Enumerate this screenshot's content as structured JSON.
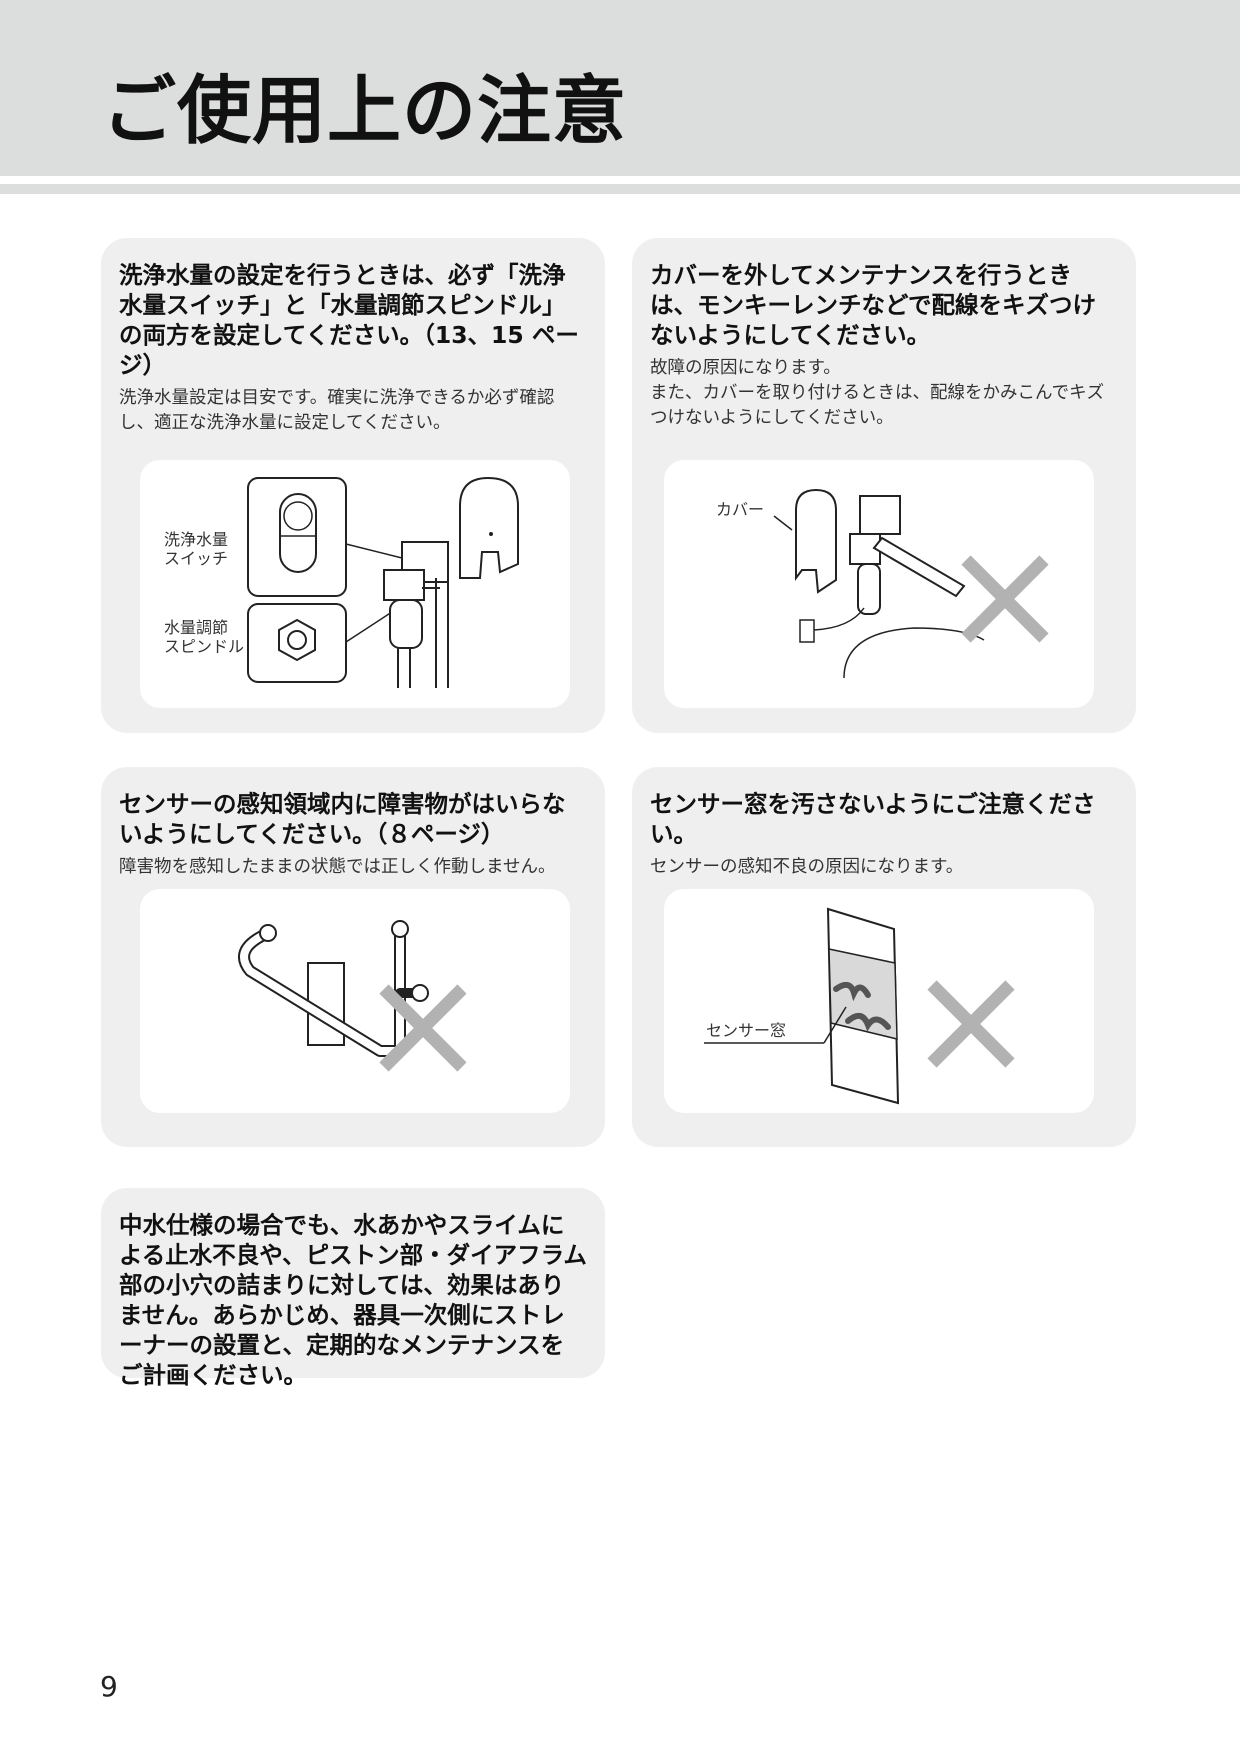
{
  "header": {
    "title": "ご使用上の注意"
  },
  "cards": [
    {
      "heading": "洗浄水量の設定を行うときは、必ず「洗浄水量スイッチ」と「水量調節スピンドル」の両方を設定してください。（13、15 ページ）",
      "note": "洗浄水量設定は目安です。確実に洗浄できるか必ず確認し、適正な洗浄水量に設定してください。",
      "labels": {
        "switch": [
          "洗浄水量",
          "スイッチ"
        ],
        "spindle": [
          "水量調節",
          "スピンドル"
        ]
      }
    },
    {
      "heading": "カバーを外してメンテナンスを行うときは、モンキーレンチなどで配線をキズつけないようにしてください。",
      "note": "故障の原因になります。\nまた、カバーを取り付けるときは、配線をかみこんでキズつけないようにしてください。",
      "labels": {
        "cover": "カバー"
      }
    },
    {
      "heading": "センサーの感知領域内に障害物がはいらないようにしてください。（８ページ）",
      "note": "障害物を感知したままの状態では正しく作動しません。"
    },
    {
      "heading": "センサー窓を汚さないようにご注意ください。",
      "note": "センサーの感知不良の原因になります。",
      "labels": {
        "sensor_window": "センサー窓"
      }
    },
    {
      "heading": "中水仕様の場合でも、水あかやスライムによる止水不良や、ピストン部・ダイアフラム部の小穴の詰まりに対しては、効果はありません。あらかじめ、器具一次側にストレーナーの設置と、定期的なメンテナンスをご計画ください。"
    }
  ],
  "page_number": "9"
}
